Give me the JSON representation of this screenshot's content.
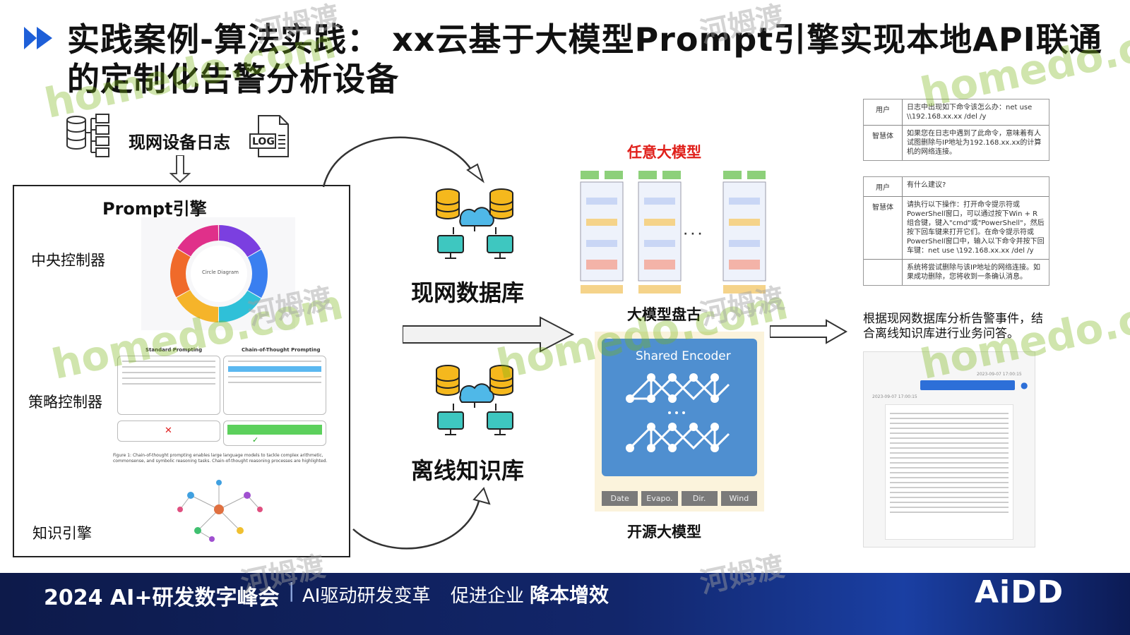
{
  "slide": {
    "title": "实践案例-算法实践： xx云基于大模型Prompt引擎实现本地API联通的定制化告警分析设备"
  },
  "left": {
    "device_log_label": "现网设备日志",
    "log_icon_text": "LOG",
    "prompt_engine_label": "Prompt引擎",
    "central_controller": "中央控制器",
    "strategy_controller": "策略控制器",
    "knowledge_engine": "知识引擎",
    "circle_diagram_text": "Circle Diagram",
    "standard_prompting": "Standard Prompting",
    "cot_prompting": "Chain-of-Thought Prompting",
    "figure_caption": "Figure 1: Chain-of-thought prompting enables large language models to tackle complex arithmetic, commonsense, and symbolic reasoning tasks. Chain-of-thought reasoning processes are highlighted."
  },
  "middle": {
    "online_db": "现网数据库",
    "offline_kb": "离线知识库"
  },
  "models": {
    "any_model_label": "任意大模型",
    "pangu_label": "大模型盘古",
    "open_source_label": "开源大模型",
    "shared_encoder": "Shared Encoder",
    "encoder_inputs": [
      "Date",
      "Evapo.",
      "Dir.",
      "Wind"
    ],
    "ellipsis": "· · ·",
    "accent_color": "#e0201b"
  },
  "right": {
    "chat1": [
      {
        "who": "用户",
        "msg": "日志中出现如下命令该怎么办：net use \\\\192.168.xx.xx /del /y"
      },
      {
        "who": "智慧体",
        "msg": "如果您在日志中遇到了此命令，意味着有人试图删除与IP地址为192.168.xx.xx的计算机的网络连接。"
      }
    ],
    "chat2": [
      {
        "who": "用户",
        "msg": "有什么建议?"
      },
      {
        "who": "智慧体",
        "msg": "请执行以下操作：打开命令提示符或PowerShell窗口，可以通过按下Win + R组合键，键入\"cmd\"或\"PowerShell\"，然后按下回车键来打开它们。在命令提示符或PowerShell窗口中，输入以下命令并按下回车键：net use \\192.168.xx.xx /del /y"
      },
      {
        "who": "",
        "msg": "系统将尝试删除与该IP地址的网络连接。如果成功删除，您将收到一条确认消息。"
      }
    ],
    "description": "根据现网数据库分析告警事件，结合离线知识库进行业务问答。",
    "phone_date1": "2023-09-07 17:00:15",
    "phone_date2": "2023-09-07 17:00:15"
  },
  "footer": {
    "event": "2024 AI+研发数字峰会",
    "separator": "|",
    "slogan_part1": "AI驱动研发变革",
    "slogan_part2": "促进企业",
    "slogan_highlight": "降本增效",
    "logo": "AiDD"
  },
  "watermarks": {
    "site": "homedo.com",
    "cn": "河姆渡"
  }
}
